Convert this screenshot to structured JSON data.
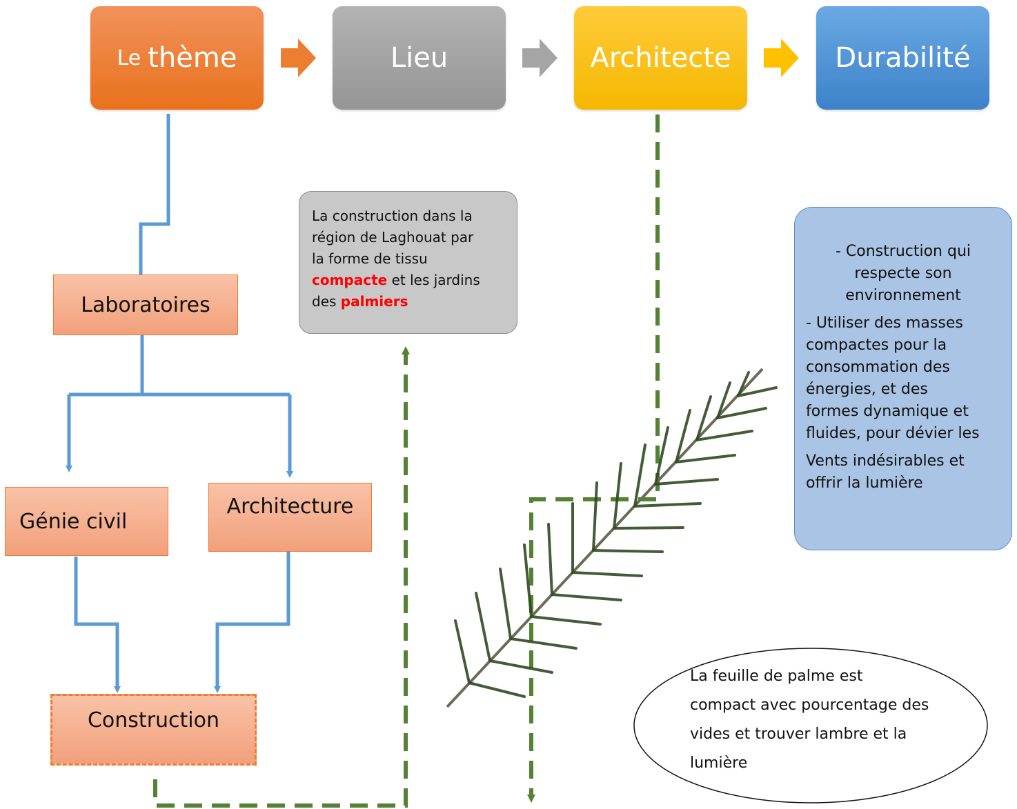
{
  "steps": [
    {
      "prefix": "Le",
      "label": "thème"
    },
    {
      "label": "Lieu"
    },
    {
      "label": "Architecte"
    },
    {
      "label": "Durabilité"
    }
  ],
  "nodes": {
    "laboratoires": "Laboratoires",
    "genie_civil": "Génie civil",
    "architecture": "Architecture",
    "construction": "Construction"
  },
  "lieu_note": {
    "line1": "La construction dans la",
    "line2": "région de Laghouat par",
    "line3": "la forme de tissu",
    "compacte": "compacte",
    "line4_rest": "et les jardins",
    "line5_pre": "des",
    "palmiers": "palmiers"
  },
  "durabilite_note": {
    "l1": "- Construction qui",
    "l2": "respecte son",
    "l3": "environnement",
    "l4": "- Utiliser des masses",
    "l5": "compactes pour la",
    "l6": "consommation des",
    "l7": "énergies, et des",
    "l8": "formes dynamique et",
    "l9": "fluides, pour dévier les",
    "l10": "Vents indésirables et",
    "l11": "offrir la lumière"
  },
  "palm_note": {
    "l1": "La feuille de palme est",
    "l2": "compact avec pourcentage des",
    "l3": "vides et trouver lambre et la",
    "l4": "lumière"
  },
  "colors": {
    "orange": "#ed7d31",
    "grey": "#a5a5a5",
    "yellow": "#ffc000",
    "blue": "#5b9bd5",
    "green_dash": "#548235"
  }
}
